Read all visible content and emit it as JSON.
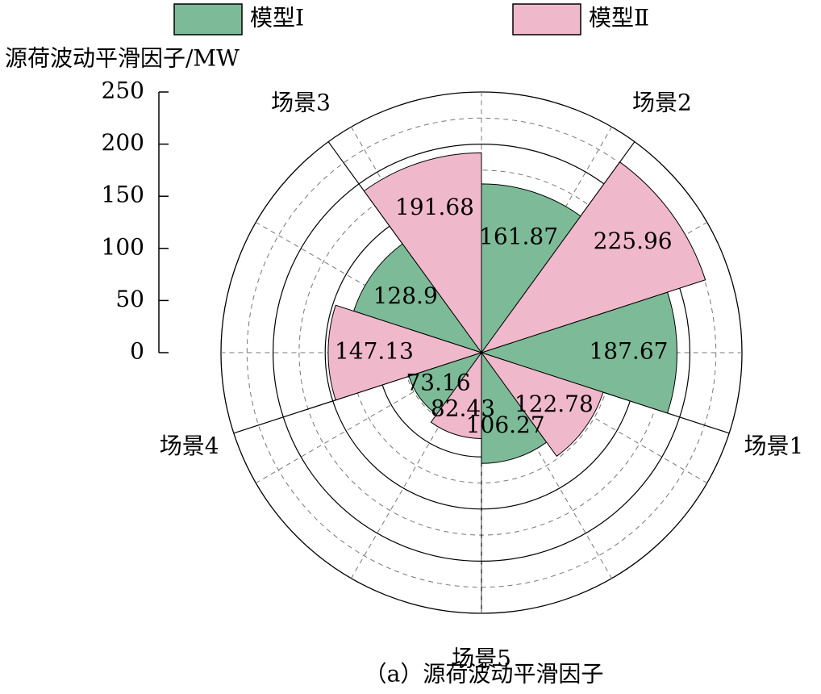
{
  "chart_data": {
    "type": "polar-bar",
    "caption": "（a）源荷波动平滑因子",
    "ylabel": "源荷波动平滑因子/MW",
    "ylim": [
      0,
      250
    ],
    "yticks": [
      0,
      50,
      100,
      150,
      200,
      250
    ],
    "grid": true,
    "legend_position": "top",
    "categories": [
      "场景1",
      "场景2",
      "场景3",
      "场景4",
      "场景5"
    ],
    "series": [
      {
        "name": "模型Ⅰ",
        "color": "#7dbb98",
        "values": [
          187.67,
          161.87,
          128.9,
          73.16,
          106.27
        ]
      },
      {
        "name": "模型Ⅱ",
        "color": "#f0b9cb",
        "values": [
          225.96,
          191.68,
          147.13,
          82.43,
          122.78
        ]
      }
    ]
  }
}
